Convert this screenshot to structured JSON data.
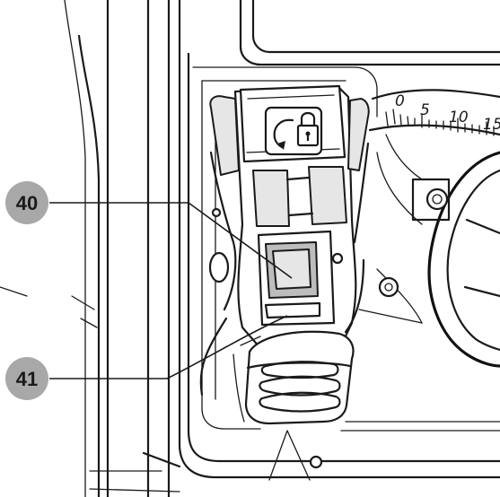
{
  "callouts": [
    {
      "id": "40",
      "label": "40"
    },
    {
      "id": "41",
      "label": "41"
    }
  ],
  "scale": {
    "ticks": [
      "0",
      "5",
      "10",
      "15"
    ]
  },
  "icons": {
    "lock": "rotate-lock-icon"
  },
  "colors": {
    "callout_fill": "#a8a8a8",
    "line": "#1a1a1a"
  }
}
